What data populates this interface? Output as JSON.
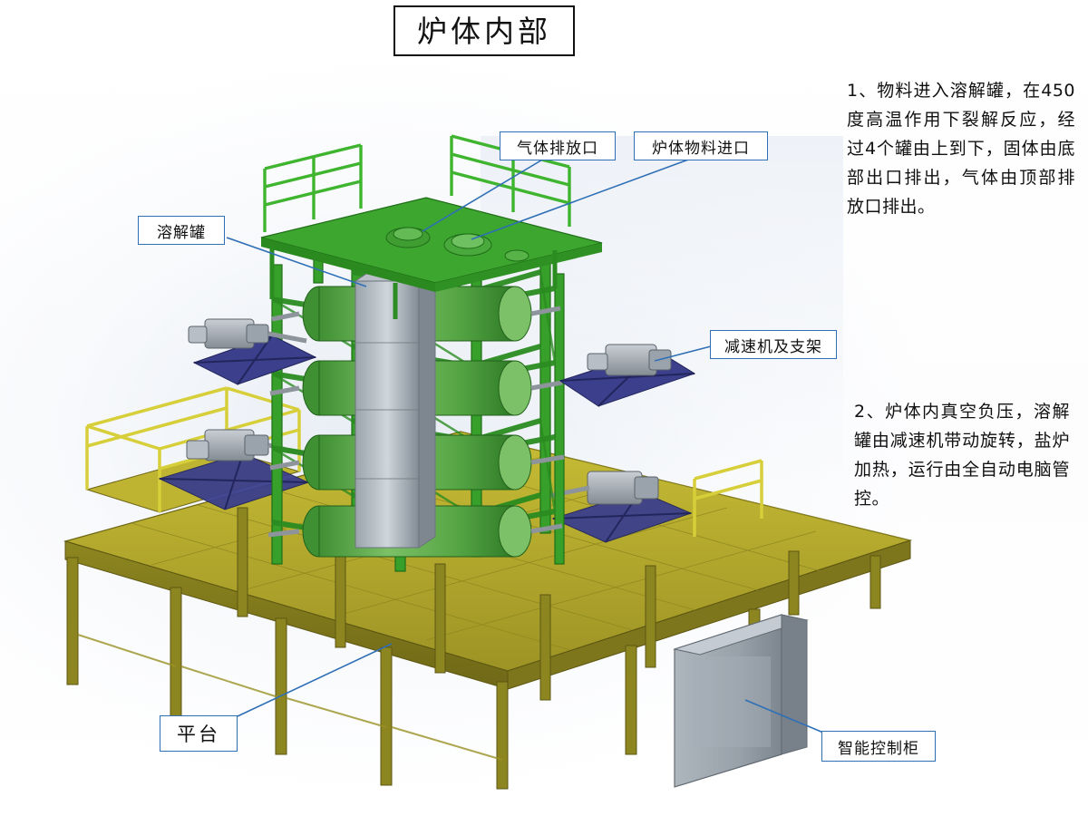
{
  "title": "炉体内部",
  "labels": {
    "gas_outlet": "气体排放口",
    "material_inlet": "炉体物料进口",
    "dissolving_tank": "溶解罐",
    "reducer_and_frame": "减速机及支架",
    "platform": "平台",
    "control_cabinet": "智能控制柜"
  },
  "notes": [
    "1、物料进入溶解罐，在450度高温作用下裂解反应，经过4个罐由上到下，固体由底部出口排出，气体由顶部排放口排出。",
    "2、炉体内真空负压，溶解罐由减速机带动旋转，盐炉加热，运行由全自动电脑管控。"
  ],
  "figure": {
    "type": "3d-cad-isometric-illustration",
    "description": "钢结构平台上的四层溶解罐炉体设备",
    "colors": {
      "platform_deck": "#b0a62a",
      "frame_green": "#37a02a",
      "tank_green": "#62b150",
      "reducer_blue": "#3b3f8c",
      "cabinet_grey": "#9aa3ab",
      "callout_line": "#2f6fb5",
      "handrail_yellow": "#d7cf3a"
    }
  }
}
